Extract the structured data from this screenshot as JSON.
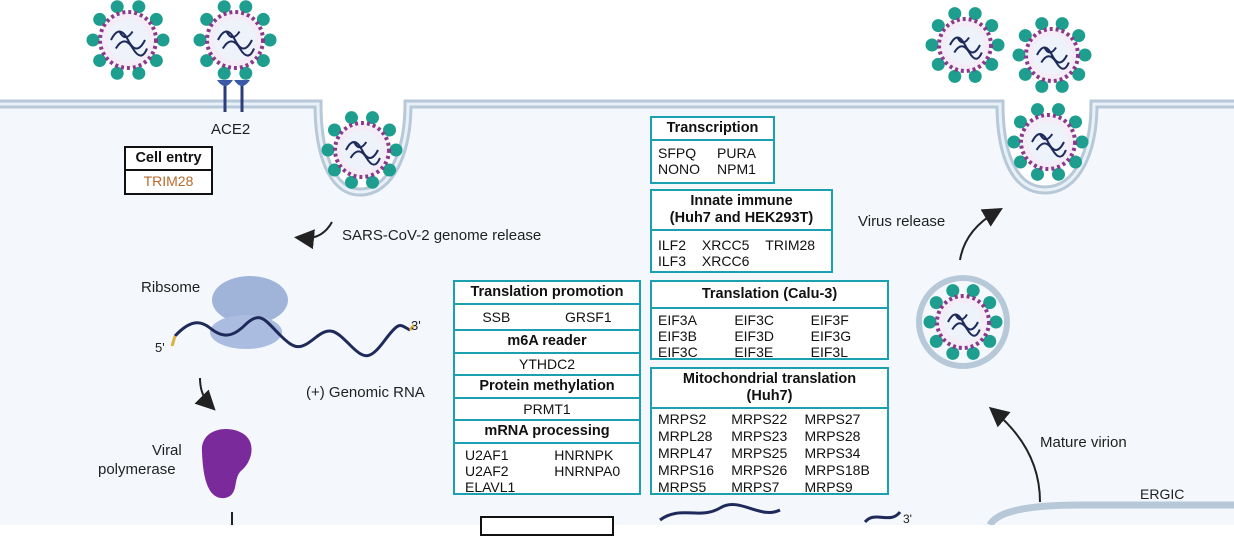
{
  "labels": {
    "ace2": "ACE2",
    "genome_release": "SARS-CoV-2 genome release",
    "ribosome": "Ribsome",
    "five_prime": "5'",
    "three_prime": "3'",
    "genomic_rna": "(+) Genomic RNA",
    "viral_polymerase_1": "Viral",
    "viral_polymerase_2": "polymerase",
    "virus_release": "Virus release",
    "mature_virion": "Mature virion",
    "ergic": "ERGIC",
    "bottom_three_prime": "3'"
  },
  "cell_entry": {
    "title": "Cell entry",
    "items": [
      "TRIM28"
    ]
  },
  "transcription": {
    "title": "Transcription",
    "items": [
      "SFPQ",
      "PURA",
      "NONO",
      "NPM1"
    ]
  },
  "innate_immune": {
    "title_1": "Innate immune",
    "title_2": "(Huh7 and HEK293T)",
    "items": [
      "ILF2",
      "XRCC5",
      "TRIM28",
      "ILF3",
      "XRCC6"
    ]
  },
  "translation_calu3": {
    "title": "Translation (Calu-3)",
    "items": [
      "EIF3A",
      "EIF3C",
      "EIF3F",
      "EIF3B",
      "EIF3D",
      "EIF3G",
      "EIF3C",
      "EIF3E",
      "EIF3L"
    ]
  },
  "mito_translation": {
    "title_1": "Mitochondrial translation",
    "title_2": "(Huh7)",
    "items": [
      "MRPS2",
      "MRPS22",
      "MRPS27",
      "MRPL28",
      "MRPS23",
      "MRPS28",
      "MRPL47",
      "MRPS25",
      "MRPS34",
      "MRPS16",
      "MRPS26",
      "MRPS18B",
      "MRPS5",
      "MRPS7",
      "MRPS9"
    ]
  },
  "left_stack": {
    "translation_promotion": {
      "title": "Translation promotion",
      "items": [
        "SSB",
        "GRSF1"
      ]
    },
    "m6a_reader": {
      "title": "m6A reader",
      "items": [
        "YTHDC2"
      ]
    },
    "protein_methylation": {
      "title": "Protein methylation",
      "items": [
        "PRMT1"
      ]
    },
    "mrna_processing": {
      "title": "mRNA processing",
      "items": [
        "U2AF1",
        "HNRNPK",
        "U2AF2",
        "HNRNPA0",
        "ELAVL1"
      ]
    }
  },
  "colors": {
    "box_border": "#1aa0b0",
    "cell_entry_text": "#b86a2a",
    "membrane": "#b7c9d9",
    "cytoplasm": "#f4f8fc",
    "polymerase": "#7a2a9a",
    "ribosome": "#9fb4d8",
    "spike": "#1d9e8e",
    "rna": "#1e2a5a"
  },
  "icons": [
    "virion-icon",
    "ace2-receptor-icon",
    "ribosome-icon",
    "viral-polymerase-icon",
    "rna-strand-icon",
    "arrow-icon"
  ]
}
